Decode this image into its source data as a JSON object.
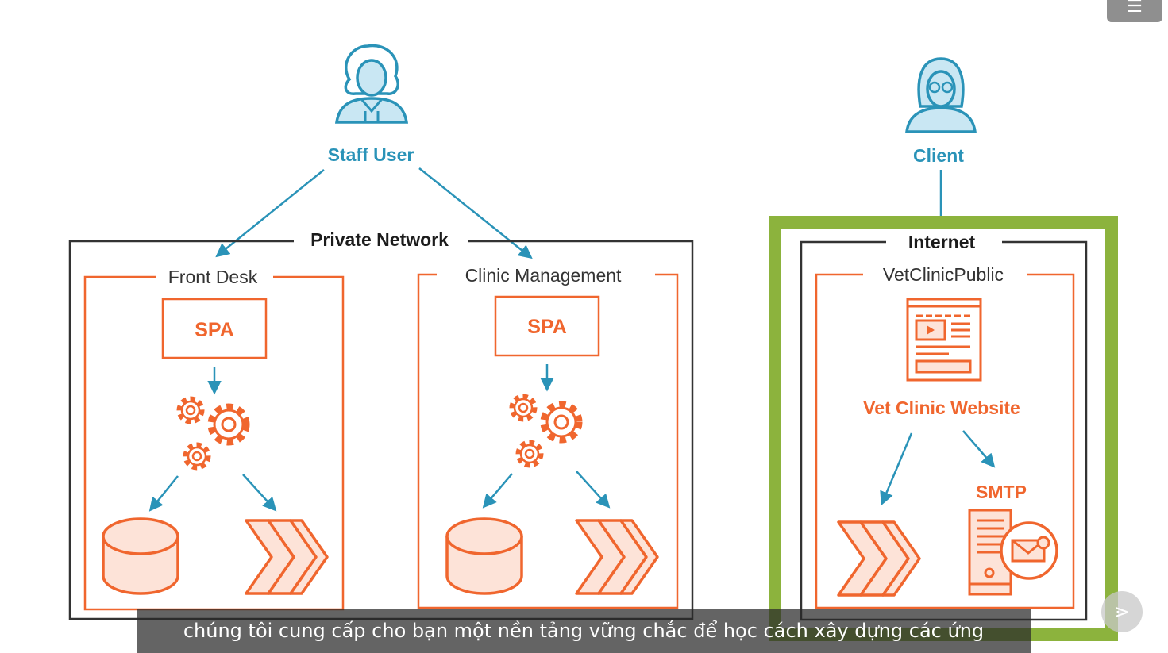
{
  "actors": {
    "staff": {
      "label": "Staff User"
    },
    "client": {
      "label": "Client"
    }
  },
  "private_network": {
    "title": "Private Network",
    "front_desk": {
      "title": "Front Desk",
      "spa": "SPA"
    },
    "clinic_management": {
      "title": "Clinic Management",
      "spa": "SPA"
    }
  },
  "internet": {
    "title": "Internet",
    "vet_public": {
      "title": "VetClinicPublic",
      "website": "Vet Clinic Website",
      "smtp": "SMTP"
    }
  },
  "subtitle": "chúng tôi cung cấp cho bạn một nền tảng vững chắc để học cách xây dựng các ứng",
  "controls": {
    "menu_icon": "☰",
    "next_icon": "⋗"
  },
  "colors": {
    "blue": "#2a93b8",
    "orange": "#f0662e",
    "green": "#8cb33d",
    "dark": "#333333"
  }
}
